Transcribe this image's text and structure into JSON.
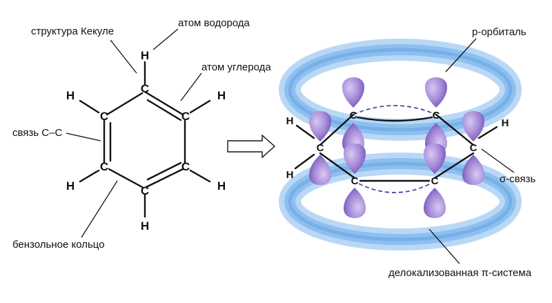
{
  "labels": {
    "kekule": "структура Кекуле",
    "hydrogen_atom": "атом водорода",
    "carbon_atom": "атом углерода",
    "cc_bond": "связь С–С",
    "benzene_ring": "бензольное кольцо",
    "p_orbital": "p-орбиталь",
    "sigma_bond": "σ-связь",
    "pi_system": "делокализованная π-система"
  },
  "atoms": {
    "carbon": "C",
    "hydrogen": "H"
  },
  "colors": {
    "ink": "#111111",
    "torus": "#7fb8ee",
    "torus_light": "#e3f1fd",
    "orbital": "#9c7fd3",
    "orbital_dark": "#6e4fb0",
    "dashed": "#5a3fa0"
  }
}
